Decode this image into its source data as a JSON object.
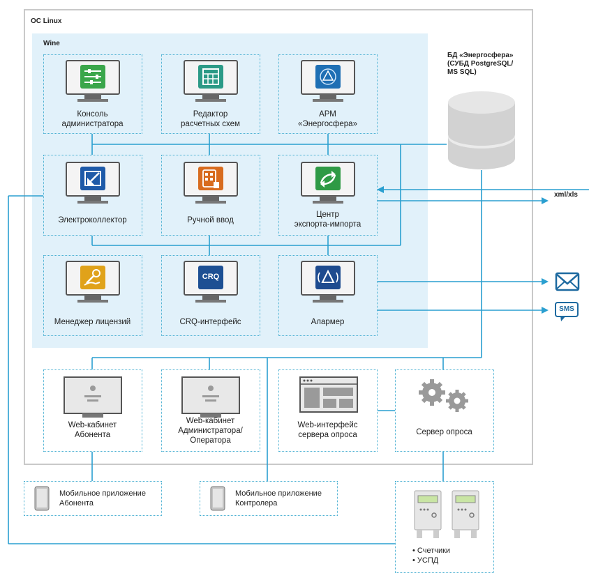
{
  "os_label": "ОС Linux",
  "wine_label": "Wine",
  "db": {
    "line1": "БД «Энергосфера»",
    "line2": "(СУБД PostgreSQL/",
    "line3": "MS SQL)"
  },
  "modules": {
    "console": {
      "line1": "Консоль",
      "line2": "администратора",
      "icon": "sliders-icon",
      "color": "#3aa64a"
    },
    "schema_editor": {
      "line1": "Редактор",
      "line2": "расчетных схем",
      "icon": "calculator-icon",
      "color": "#2c9a86"
    },
    "arm": {
      "line1": "АРМ",
      "line2": "«Энергосфера»",
      "icon": "energosfera-logo-icon",
      "color": "#1e6fb4"
    },
    "collector": {
      "line1": "Электроколлектор",
      "icon": "arrow-in-icon",
      "color": "#1e5aa8"
    },
    "manual_input": {
      "line1": "Ручной ввод",
      "icon": "keypad-hand-icon",
      "color": "#d86b1e"
    },
    "export_center": {
      "line1": "Центр",
      "line2": "экспорта-импорта",
      "icon": "exchange-arrows-icon",
      "color": "#2f9a45"
    },
    "license_manager": {
      "line1": "Менеджер лицензий",
      "icon": "key-hand-icon",
      "color": "#e0a21a"
    },
    "crq": {
      "line1": "CRQ-интерфейс",
      "badge": "CRQ",
      "icon": "crq-icon",
      "color": "#1d4f93"
    },
    "alarmer": {
      "line1": "Алармер",
      "icon": "alarm-icon",
      "color": "#1e4b8f"
    }
  },
  "web": {
    "abonent": {
      "line1": "Web-кабинет",
      "line2": "Абонента",
      "icon": "web-page-icon"
    },
    "admin": {
      "line1": "Web-кабинет",
      "line2": "Администратора/",
      "line3": "Оператора",
      "icon": "web-page-icon"
    },
    "poll_web": {
      "line1": "Web-интерфейс",
      "line2": "сервера опроса",
      "icon": "web-layout-icon"
    },
    "poll_server": {
      "line1": "Сервер опроса",
      "icon": "gears-icon"
    }
  },
  "mobile": {
    "abonent": {
      "line1": "Мобильное приложение",
      "line2": "Абонента",
      "icon": "phone-icon"
    },
    "controller": {
      "line1": "Мобильное приложение",
      "line2": "Контролера",
      "icon": "phone-icon"
    }
  },
  "meters": {
    "item1": "• Счетчики",
    "item2": "• УСПД",
    "icon": "meter-icon"
  },
  "external": {
    "xml": "xml/xls",
    "email_icon": "envelope-icon",
    "sms": "SMS"
  },
  "colors": {
    "connector": "#2a9fd0",
    "frame": "#c9c9c9",
    "wine_bg": "#e1f1fa"
  }
}
